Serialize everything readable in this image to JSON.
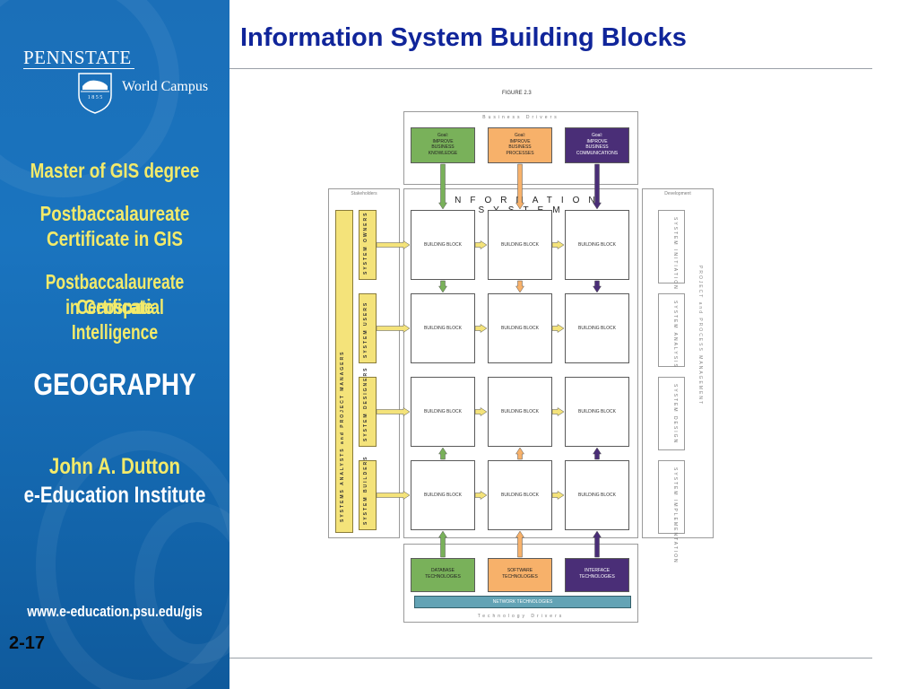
{
  "sidebar": {
    "logo_name": "PENNSTATE",
    "logo_year": "1 8 5 5",
    "logo_campus": "World Campus",
    "programs": [
      "Master of GIS degree",
      "Postbaccalaureate",
      "Certificate in GIS",
      "Postbaccalaureate Certificate",
      "in Geospatial Intelligence"
    ],
    "department": "GEOGRAPHY",
    "institute_line1": "John A. Dutton",
    "institute_line2": "e-Education Institute",
    "url": "www.e-education.psu.edu/gis",
    "page_number": "2-17"
  },
  "slide": {
    "title": "Information System Building Blocks"
  },
  "figure": {
    "caption": "FIGURE 2.3",
    "business_drivers_label": "Business Drivers",
    "stakeholders_label": "Stakeholders",
    "development_label": "Development",
    "information_system_label": "INFORMATION SYSTEM",
    "technology_drivers_label": "Technology Drivers",
    "goals": [
      {
        "line1": "Goal:",
        "line2": "IMPROVE",
        "line3": "BUSINESS",
        "line4": "KNOWLEDGE",
        "color": "#79b15a"
      },
      {
        "line1": "Goal:",
        "line2": "IMPROVE",
        "line3": "BUSINESS",
        "line4": "PROCESSES",
        "color": "#f7b16a"
      },
      {
        "line1": "Goal:",
        "line2": "IMPROVE",
        "line3": "BUSINESS",
        "line4": "COMMUNICATIONS",
        "color": "#4a2e77"
      }
    ],
    "stakeholder_column_label": "SYSTEMS ANALYSTS and PROJECT MANAGERS",
    "stakeholder_rows": [
      "SYSTEM OWNERS",
      "SYSTEM USERS",
      "SYSTEM DESIGNERS",
      "SYSTEM BUILDERS"
    ],
    "block_label": "BUILDING BLOCK",
    "development_rows": [
      "SYSTEM INITIATION",
      "SYSTEM ANALYSIS",
      "SYSTEM DESIGN",
      "SYSTEM IMPLEMENTATION"
    ],
    "development_column_label": "PROJECT and PROCESS MANAGEMENT",
    "technologies": [
      {
        "line1": "DATABASE",
        "line2": "TECHNOLOGIES",
        "color": "#79b15a"
      },
      {
        "line1": "SOFTWARE",
        "line2": "TECHNOLOGIES",
        "color": "#f7b16a"
      },
      {
        "line1": "INTERFACE",
        "line2": "TECHNOLOGIES",
        "color": "#4a2e77"
      }
    ],
    "network_label": "NETWORK TECHNOLOGIES",
    "colors": {
      "yellow": "#f4e37a",
      "network": "#63a3b5"
    }
  }
}
